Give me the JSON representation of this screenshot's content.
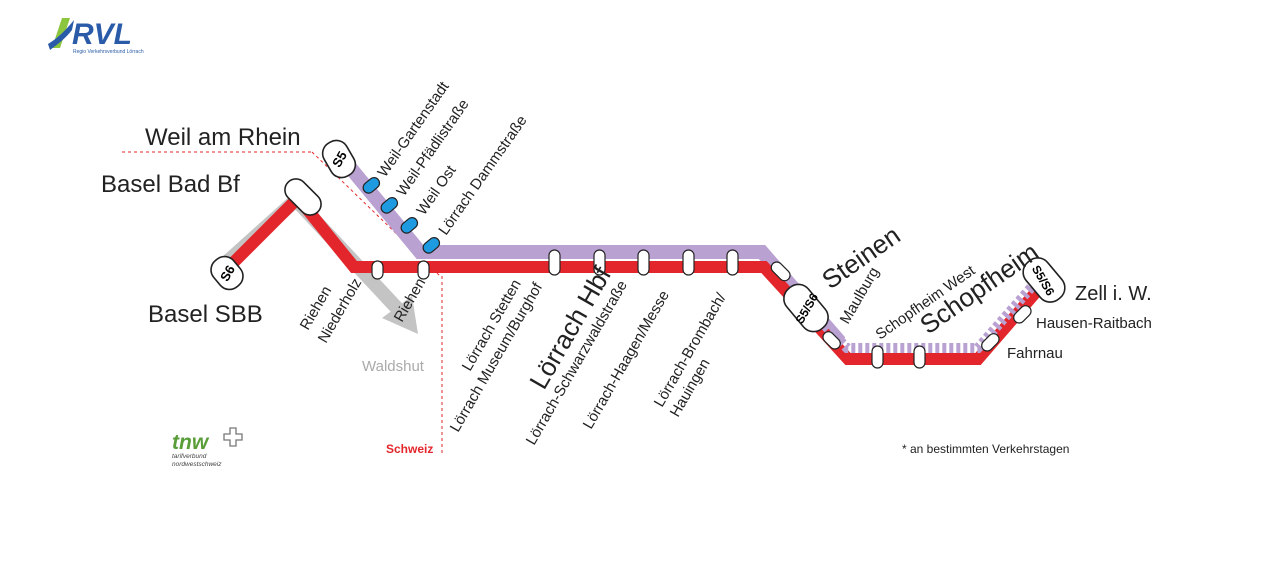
{
  "logos": {
    "rvl": {
      "name": "RVL",
      "subtitle": "Regio Verkehrsverbund Lörrach"
    },
    "tnw": {
      "name": "tnw",
      "subtitle_1": "tarifverbund",
      "subtitle_2": "nordwestschweiz"
    }
  },
  "lines": {
    "s5": "S5",
    "s6": "S6",
    "s5_s6": "S5/S6",
    "s5_s6_b": "S5/S6"
  },
  "stations": {
    "weil_am_rhein": "Weil am Rhein",
    "basel_bad_bf": "Basel Bad Bf",
    "basel_sbb": "Basel SBB",
    "weil_gartenstadt": "Weil-Gartenstadt",
    "weil_pfaedlistrasse": "Weil-Pfädlistraße",
    "weil_ost": "Weil Ost",
    "loerrach_dammstrasse": "Lörrach Dammstraße",
    "riehen_niederholz_1": "Riehen",
    "riehen_niederholz_2": "Niederholz",
    "riehen": "Riehen",
    "waldshut": "Waldshut",
    "loerrach_stetten": "Lörrach Stetten",
    "loerrach_museum": "Lörrach Museum/Burghof",
    "loerrach_hbf": "Lörrach Hbf",
    "loerrach_schwarzwald": "Lörrach-Schwarzwaldstraße",
    "loerrach_haagen": "Lörrach-Haagen/Messe",
    "loerrach_brombach_1": "Lörrach-Brombach/",
    "loerrach_brombach_2": "Hauingen",
    "steinen": "Steinen",
    "maulburg": "Maulburg",
    "schopfheim_west": "Schopfheim West",
    "schopfheim": "Schopfheim",
    "fahrnau": "Fahrnau",
    "hausen_raitbach": "Hausen-Raitbach",
    "zell": "Zell i. W."
  },
  "labels": {
    "schweiz": "Schweiz",
    "footnote": "* an bestimmten Verkehrstagen"
  },
  "colors": {
    "red_line": "#e3262b",
    "purple_line": "#b9a1d2",
    "gray_line": "#c4c4c4",
    "weil_stop": "#1e9be0",
    "rvl_green": "#8cc63f",
    "rvl_blue": "#2a5ba8",
    "tnw_green": "#5a9e3a"
  }
}
